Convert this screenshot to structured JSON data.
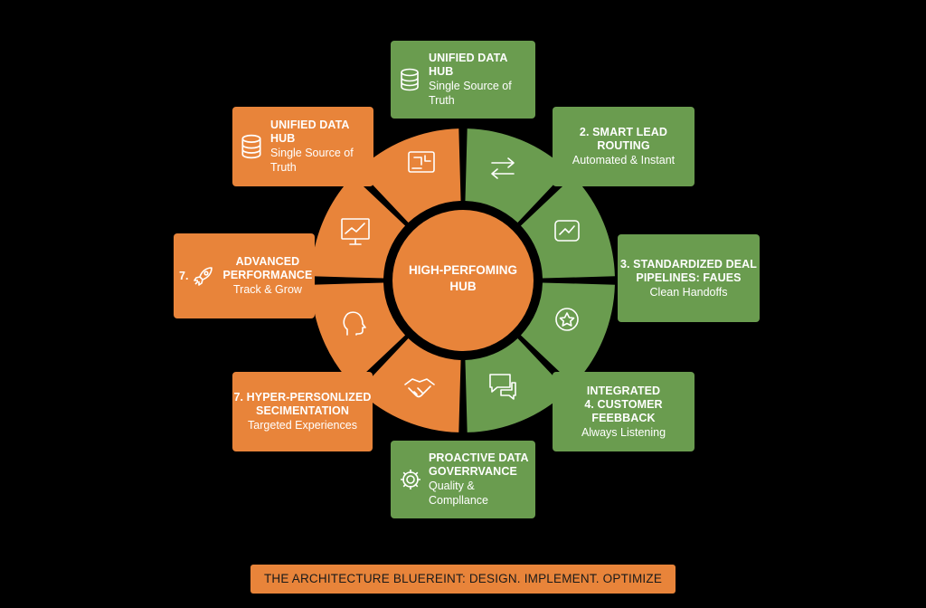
{
  "hub": {
    "title_line1": "HIGH-PERFOMING",
    "title_line2": "HUB"
  },
  "cards": {
    "top": {
      "title": "UNIFIED DATA HUB",
      "sub": "Single Source of Truth",
      "icon": "database-icon"
    },
    "top_left": {
      "title": "UNIFIED DATA HUB",
      "sub": "Single Source of Truth",
      "icon": "database-icon"
    },
    "right_top": {
      "title": "2. SMART LEAD ROUTING",
      "sub": "Automated & Instant"
    },
    "right_mid": {
      "title_line1": "3. STANDARDIZED DEAL",
      "title_line2": "PIPELINES: FAUES",
      "sub": "Clean Handoffs"
    },
    "right_bottom": {
      "title_line1": "INTEGRATED",
      "title_line2": "4. CUSTOMER FEEBBACK",
      "sub": "Always Listening"
    },
    "bottom": {
      "title_line1": "PROACTIVE DATA",
      "title_line2": "GOVERRVANCE",
      "sub": "Quality & Compllance",
      "icon": "gear-icon"
    },
    "left_bottom": {
      "title_line1": "7. HYPER-PERSONLIZED",
      "title_line2": "SECIMENTATION",
      "sub": "Targeted Experiences"
    },
    "left_mid": {
      "num": "7.",
      "title_line1": "ADVANCED",
      "title_line2": "PERFORMANCE",
      "sub": "Track & Grow",
      "icon": "rocket-icon"
    }
  },
  "footer": {
    "text": "THE ARCHITECTURE BLUEREINT: DESIGN. IMPLEMENT. OPTIMIZE"
  },
  "colors": {
    "orange": "#e8843a",
    "green": "#6a9c4f",
    "background": "#000000"
  }
}
